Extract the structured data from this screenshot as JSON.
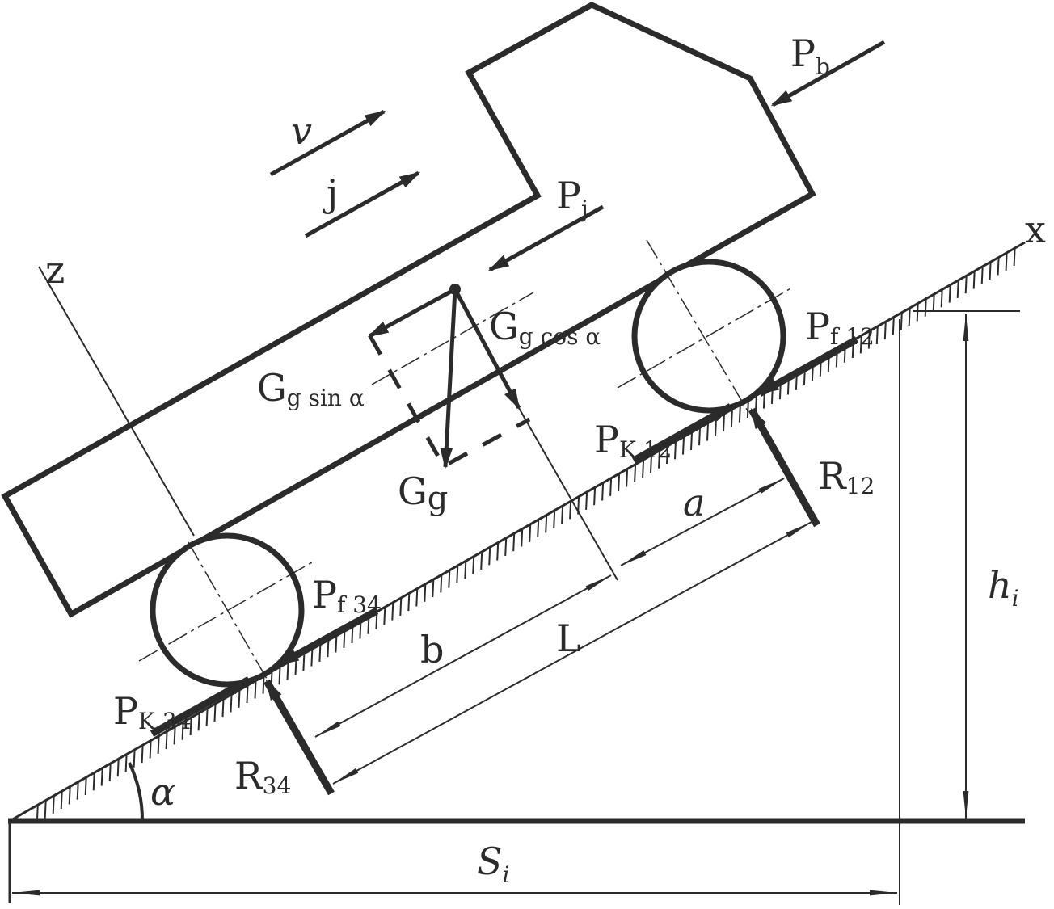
{
  "colors": {
    "ink": "#2b2b2b",
    "background": "#ffffff"
  },
  "labels": {
    "v": "v",
    "j": "j",
    "Pb": {
      "main": "P",
      "sub": "b"
    },
    "Pj": {
      "main": "P",
      "sub": "j"
    },
    "z": "z",
    "x": "x",
    "Gg": {
      "main": "G",
      "sub": "g"
    },
    "Gg_cos": {
      "main": "G",
      "sub": "g cos α"
    },
    "Gg_sin": {
      "main": "G",
      "sub": "g sin α"
    },
    "Pf12": {
      "main": "P",
      "sub": "f 12"
    },
    "PK12": {
      "main": "P",
      "sub": "K 12"
    },
    "R12": {
      "main": "R",
      "sub": "12"
    },
    "a": "a",
    "b": "b",
    "L": "L",
    "Pf34": {
      "main": "P",
      "sub": "f 34"
    },
    "PK34": {
      "main": "P",
      "sub": "K 34"
    },
    "R34": {
      "main": "R",
      "sub": "34"
    },
    "alpha": "α",
    "hi": {
      "main": "h",
      "sub": "i"
    },
    "Si": {
      "main": "S",
      "sub": "i"
    }
  }
}
